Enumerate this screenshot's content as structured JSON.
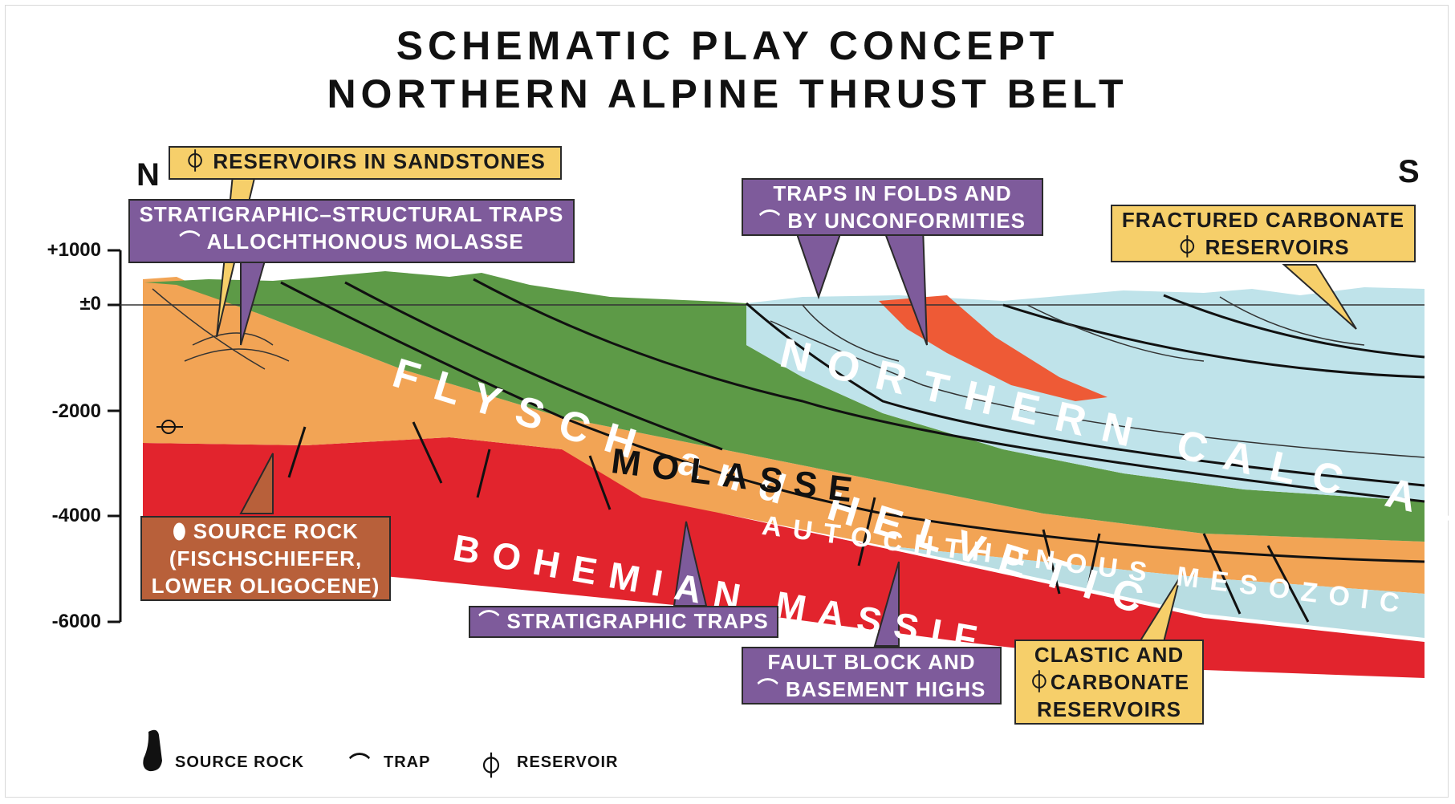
{
  "title_line1": "SCHEMATIC PLAY CONCEPT",
  "title_line2": "NORTHERN ALPINE THRUST BELT",
  "compass": {
    "north": "N",
    "south": "S"
  },
  "depth_axis": [
    "+1000",
    "±0",
    "-2000",
    "-4000",
    "-6000"
  ],
  "units": {
    "flysch": "FLYSCH and HELVETIC",
    "calc_alps": "NORTHERN CALC ALPS",
    "molasse": "MOLASSE",
    "autochthonous": "AUTOCHTHONOUS MESOZOIC",
    "massif": "BOHEMIAN MASSIF"
  },
  "callouts": {
    "reservoirs_sandstones": "RESERVOIRS IN SANDSTONES",
    "strat_struct_line1": "STRATIGRAPHIC–STRUCTURAL TRAPS",
    "strat_struct_line2": "ALLOCHTHONOUS MOLASSE",
    "folds_line1": "TRAPS IN FOLDS AND",
    "folds_line2": "BY UNCONFORMITIES",
    "fractured_line1": "FRACTURED CARBONATE",
    "fractured_line2": "RESERVOIRS",
    "source_line1": "SOURCE ROCK",
    "source_line2": "(FISCHSCHIEFER,",
    "source_line3": "LOWER OLIGOCENE)",
    "strat_traps": "STRATIGRAPHIC TRAPS",
    "fault_line1": "FAULT BLOCK AND",
    "fault_line2": "BASEMENT HIGHS",
    "clastic_line1": "CLASTIC AND",
    "clastic_line2": "CARBONATE",
    "clastic_line3": "RESERVOIRS"
  },
  "legend": {
    "source_rock": "SOURCE ROCK",
    "trap": "TRAP",
    "reservoir": "RESERVOIR"
  },
  "colors": {
    "molasse": "#f2a455",
    "flysch": "#5d9a47",
    "calc_alps": "#bfe3ea",
    "autochthonous": "#b8dde2",
    "massif": "#e2242d",
    "red_wedge": "#ee5a36",
    "callout_yellow": "#f6cf6a",
    "callout_purple": "#7e5b9b",
    "callout_brown": "#b8603a"
  }
}
